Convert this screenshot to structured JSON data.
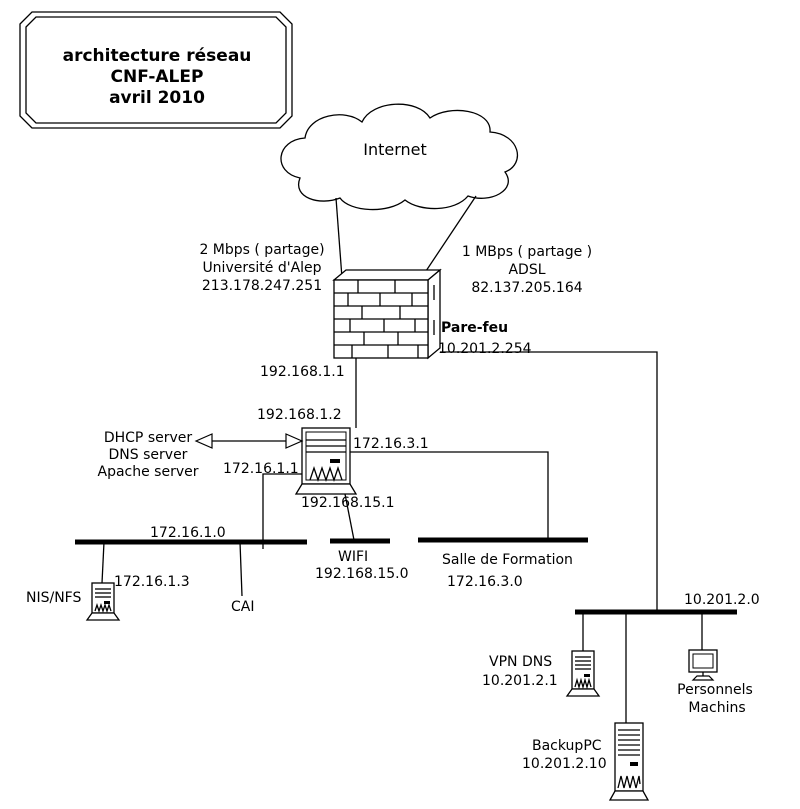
{
  "title": {
    "line1": "architecture réseau",
    "line2": "CNF-ALEP",
    "line3": "avril 2010"
  },
  "internet": {
    "label": "Internet"
  },
  "links": {
    "left": {
      "line1": "2 Mbps ( partage)",
      "line2": "Université d'Alep",
      "line3": "213.178.247.251"
    },
    "right": {
      "line1": "1 MBps ( partage )",
      "line2": "ADSL",
      "line3": "82.137.205.164"
    }
  },
  "firewall": {
    "name": "Pare-feu",
    "ip_wan_side": "10.201.2.254",
    "ip_lan": "192.168.1.1"
  },
  "router": {
    "ip_top": "192.168.1.2",
    "ip_cai": "172.16.1.1",
    "ip_salle": "172.16.3.1",
    "ip_wifi": "192.168.15.1"
  },
  "services": {
    "line1": "DHCP server",
    "line2": "DNS server",
    "line3": "Apache server"
  },
  "networks": {
    "cai": {
      "addr": "172.16.1.0",
      "name": "CAI"
    },
    "wifi": {
      "name": "WIFI",
      "addr": "192.168.15.0"
    },
    "salle": {
      "name": "Salle de Formation",
      "addr": "172.16.3.0"
    },
    "perso": {
      "addr": "10.201.2.0"
    }
  },
  "hosts": {
    "nis": {
      "name": "NIS/NFS",
      "ip": "172.16.1.3"
    },
    "vpn": {
      "name": "VPN DNS",
      "ip": "10.201.2.1"
    },
    "backup": {
      "name": "BackupPC",
      "ip": "10.201.2.10"
    },
    "personnels": {
      "line1": "Personnels",
      "line2": "Machins"
    }
  },
  "icons": [
    "firewall-icon",
    "server-icon",
    "monitor-icon",
    "cloud-icon"
  ]
}
